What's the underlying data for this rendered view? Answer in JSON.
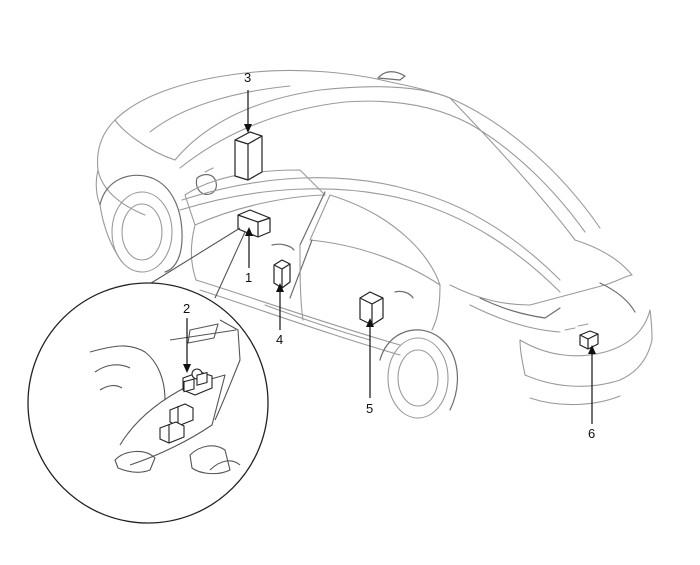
{
  "callouts": {
    "c1": "1",
    "c2": "2",
    "c3": "3",
    "c4": "4",
    "c5": "5",
    "c6": "6"
  },
  "colors": {
    "car_outline": "#9a9a9a",
    "parts": "#222222",
    "background": "#ffffff"
  }
}
